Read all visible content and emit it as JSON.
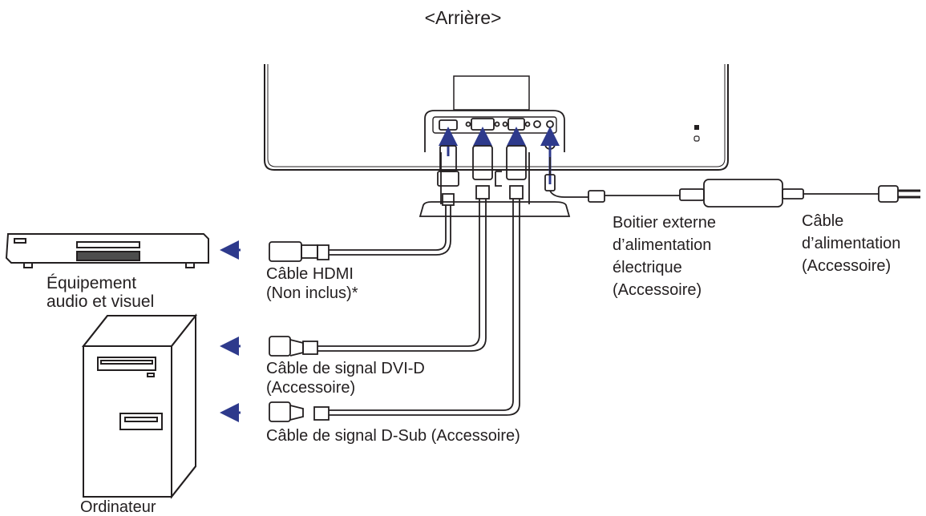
{
  "title": "<Arrière>",
  "labels": {
    "av_equipment": [
      "Équipement",
      "audio et visuel"
    ],
    "hdmi_cable": [
      "Câble HDMI",
      "(Non inclus)*"
    ],
    "dvi_cable": [
      "Câble de signal  DVI-D",
      "(Accessoire)"
    ],
    "dsub_cable": [
      "Câble de signal D-Sub (Accessoire)"
    ],
    "computer": [
      "Ordinateur"
    ],
    "power_adapter": [
      "Boitier externe",
      "d’alimentation",
      "électrique",
      "(Accessoire)"
    ],
    "power_cable": [
      "Câble",
      "d’alimentation",
      "(Accessoire)"
    ]
  },
  "colors": {
    "line": "#231f20",
    "arrow": "#2e3a8c",
    "dark_fill": "#4d4d4d"
  }
}
